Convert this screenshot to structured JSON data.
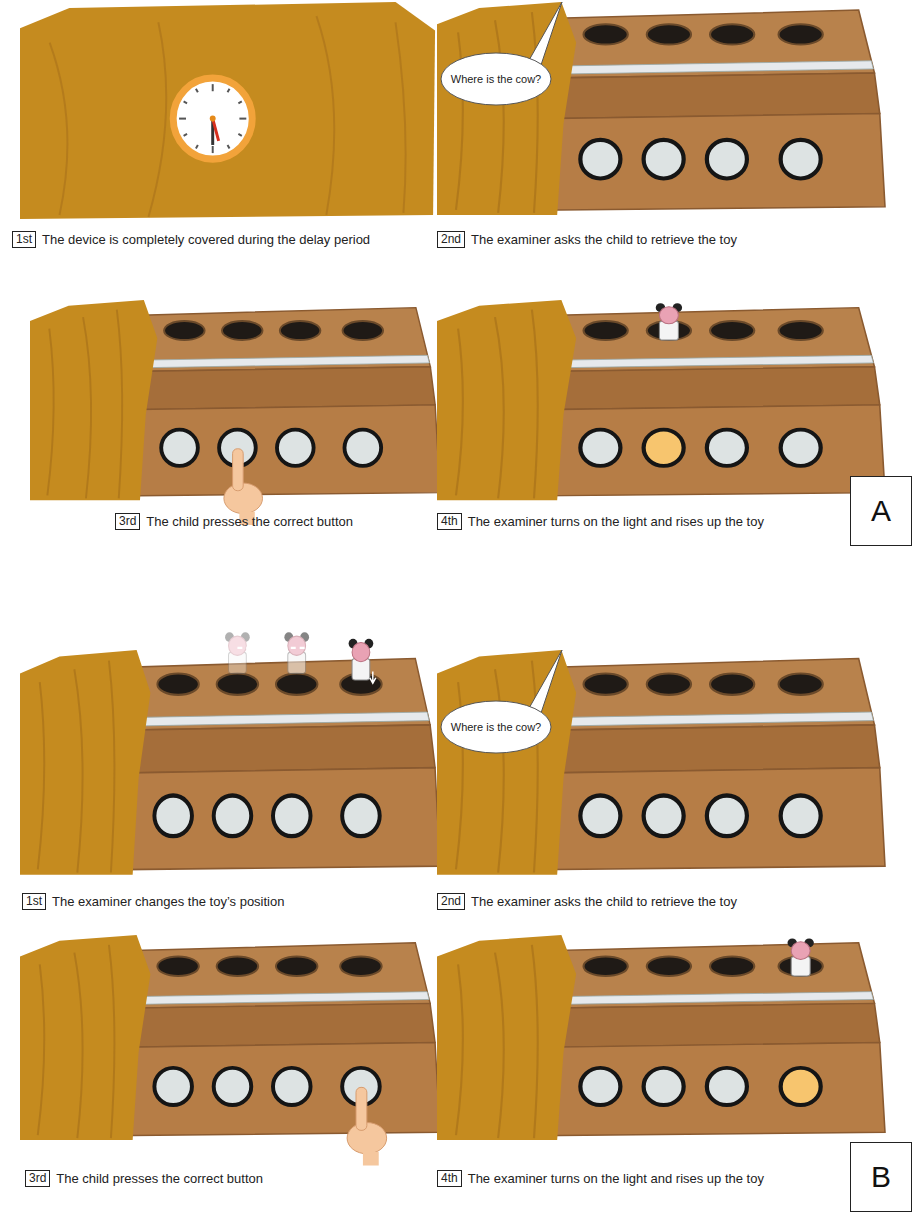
{
  "diagram": {
    "nodes": [
      {
        "text": [
          "Where is the cow?"
        ]
      },
      {
        "text": [
          "1st",
          "The device is completely covered during the delay period"
        ]
      },
      {
        "text": [
          "2nd",
          "The examiner asks the child to retrieve the toy"
        ]
      },
      {
        "text": [
          "3rd",
          "The child presses the correct button"
        ]
      },
      {
        "text": [
          "4th",
          "The examiner turns on the light and rises up the toy"
        ]
      },
      {
        "text": [
          "A"
        ]
      },
      {
        "text": [
          "Where is the cow?"
        ]
      },
      {
        "text": [
          "1st",
          "The examiner changes the toy’s position"
        ]
      },
      {
        "text": [
          "2nd",
          "The examiner asks the child to retrieve the toy"
        ]
      },
      {
        "text": [
          "3rd",
          "The child presses the correct button"
        ]
      },
      {
        "text": [
          "4th",
          "The examiner turns on the light and rises up the toy"
        ]
      },
      {
        "text": [
          "B"
        ]
      }
    ]
  }
}
